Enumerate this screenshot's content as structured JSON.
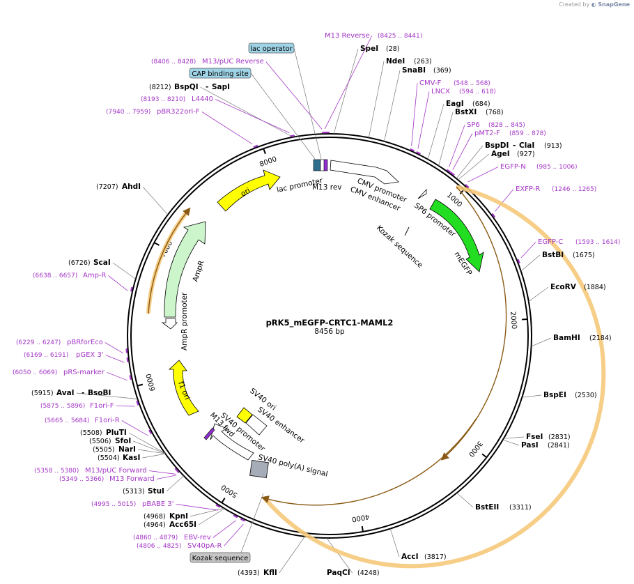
{
  "credit": {
    "prefix": "Created by",
    "brand": "SnapGene"
  },
  "plasmid": {
    "name": "pRK5_mEGFP-CRTC1-MAML2",
    "size_label": "8456 bp",
    "length": 8456
  },
  "ticks": [
    "1000",
    "2000",
    "3000",
    "4000",
    "5000",
    "6000",
    "7000",
    "8000"
  ],
  "enzymes": [
    {
      "name": "SpeI",
      "pos": "(28)"
    },
    {
      "name": "NdeI",
      "pos": "(263)"
    },
    {
      "name": "SnaBI",
      "pos": "(369)"
    },
    {
      "name": "EagI",
      "pos": "(684)"
    },
    {
      "name": "BstXI",
      "pos": "(768)"
    },
    {
      "name": "BspDI",
      "name2": "ClaI",
      "pos": "(913)"
    },
    {
      "name": "AgeI",
      "pos": "(927)"
    },
    {
      "name": "BstBI",
      "pos": "(1675)"
    },
    {
      "name": "EcoRV",
      "pos": "(1884)"
    },
    {
      "name": "BamHI",
      "pos": "(2184)"
    },
    {
      "name": "BspEI",
      "pos": "(2530)"
    },
    {
      "name": "FseI",
      "pos": "(2831)"
    },
    {
      "name": "PasI",
      "pos": "(2841)"
    },
    {
      "name": "BstEII",
      "pos": "(3311)"
    },
    {
      "name": "AccI",
      "pos": "(3817)"
    },
    {
      "name": "PaqCI",
      "pos": "(4248)"
    },
    {
      "name": "KflI",
      "pos": "(4393)"
    },
    {
      "name": "Acc65I",
      "pos": "(4964)"
    },
    {
      "name": "KpnI",
      "pos": "(4968)"
    },
    {
      "name": "StuI",
      "pos": "(5313)"
    },
    {
      "name": "KasI",
      "pos": "(5504)"
    },
    {
      "name": "NarI",
      "pos": "(5505)"
    },
    {
      "name": "SfoI",
      "pos": "(5506)"
    },
    {
      "name": "PluTI",
      "pos": "(5508)"
    },
    {
      "name": "AvaI",
      "name2": "BsoBI",
      "pos": "(5915)"
    },
    {
      "name": "ScaI",
      "pos": "(6726)"
    },
    {
      "name": "AhdI",
      "pos": "(7207)"
    },
    {
      "name": "BspQI",
      "name2": "SapI",
      "pos": "(8212)"
    }
  ],
  "primers": [
    {
      "name": "M13 Reverse",
      "pos": "(8425 .. 8441)"
    },
    {
      "name": "M13/pUC Reverse",
      "pos": "(8406 .. 8428)"
    },
    {
      "name": "L4440",
      "pos": "(8193 .. 8210)"
    },
    {
      "name": "pBR322ori-F",
      "pos": "(7940 .. 7959)"
    },
    {
      "name": "CMV-F",
      "pos": "(548 .. 568)"
    },
    {
      "name": "LNCX",
      "pos": "(594 .. 618)"
    },
    {
      "name": "SP6",
      "pos": "(828 .. 845)"
    },
    {
      "name": "pMT2-F",
      "pos": "(859 .. 878)"
    },
    {
      "name": "EGFP-N",
      "pos": "(985 .. 1006)"
    },
    {
      "name": "EXFP-R",
      "pos": "(1246 .. 1265)"
    },
    {
      "name": "EGFP-C",
      "pos": "(1593 .. 1614)"
    },
    {
      "name": "Amp-R",
      "pos": "(6638 .. 6657)"
    },
    {
      "name": "pBRforEco",
      "pos": "(6229 .. 6247)"
    },
    {
      "name": "pGEX 3'",
      "pos": "(6169 .. 6191)"
    },
    {
      "name": "pRS-marker",
      "pos": "(6050 .. 6069)"
    },
    {
      "name": "F1ori-F",
      "pos": "(5875 .. 5896)"
    },
    {
      "name": "F1ori-R",
      "pos": "(5665 .. 5684)"
    },
    {
      "name": "M13/pUC Forward",
      "pos": "(5358 .. 5380)"
    },
    {
      "name": "M13 Forward",
      "pos": "(5349 .. 5366)"
    },
    {
      "name": "pBABE 3'",
      "pos": "(4995 .. 5015)"
    },
    {
      "name": "EBV-rev",
      "pos": "(4860 .. 4879)"
    },
    {
      "name": "SV40pA-R",
      "pos": "(4806 .. 4825)"
    }
  ],
  "boxed": [
    {
      "name": "lac operator",
      "color": "#9fd3e6"
    },
    {
      "name": "CAP binding site",
      "color": "#9fd3e6"
    },
    {
      "name": "Kozak sequence",
      "color": "#c6c6c6"
    }
  ],
  "features": {
    "lac_promoter": "lac promoter",
    "m13_rev": "M13 rev",
    "cmv_promoter": "CMV promoter",
    "cmv_enhancer": "CMV enhancer",
    "sp6_promoter": "SP6 promoter",
    "kozak": "Kozak sequence",
    "megfp": "mEGFP",
    "ori": "ori",
    "ampr": "AmpR",
    "ampr_promoter": "AmpR promoter",
    "f1_ori": "f1 ori",
    "sv40_ori": "SV40 ori",
    "sv40_enhancer": "SV40 enhancer",
    "sv40_promoter": "SV40 promoter",
    "m13_fwd": "M13 fwd",
    "sv40_polya": "SV40 poly(A) signal"
  },
  "colors": {
    "primer": "#a335c6",
    "orf_highlight": "#f5c97a",
    "orf_arrow": "#8a5a14",
    "gfp": "#22dd22",
    "ori": "#ffff00",
    "ampr": "#ccf5cc",
    "polya": "#a7adb8",
    "lac": "#2e6f8e"
  }
}
